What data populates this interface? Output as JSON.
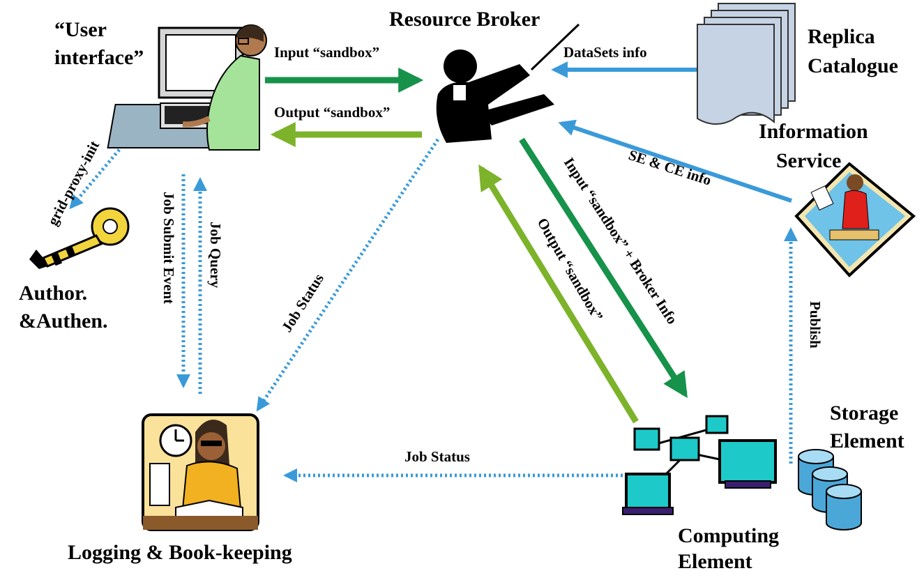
{
  "nodes": {
    "resource_broker": "Resource Broker",
    "user_interface_line1": "“User",
    "user_interface_line2": "interface”",
    "replica_catalogue_line1": "Replica",
    "replica_catalogue_line2": "Catalogue",
    "information_service_line1": "Information",
    "information_service_line2": "Service",
    "auth_line1": "Author.",
    "auth_line2": "&Authen.",
    "logging": "Logging & Book-keeping",
    "storage_element_line1": "Storage",
    "storage_element_line2": "Element",
    "computing_element_line1": "Computing",
    "computing_element_line2": "Element"
  },
  "edges": {
    "input_sandbox": "Input “sandbox”",
    "output_sandbox": "Output “sandbox”",
    "datasets_info": "DataSets info",
    "se_ce_info": "SE & CE info",
    "grid_proxy_init": "grid-proxy-init",
    "job_query": "Job Query",
    "job_submit_event": "Job Submit Event",
    "job_status_rb": "Job Status",
    "job_status_ce": "Job Status",
    "output_sandbox_ce": "Output “sandbox”",
    "input_sandbox_broker_info": "Input “sandbox” + Broker Info",
    "publish": "Publish"
  },
  "colors": {
    "dark_green": "#16924a",
    "light_green": "#7cb32a",
    "blue": "#3a9ad9"
  }
}
